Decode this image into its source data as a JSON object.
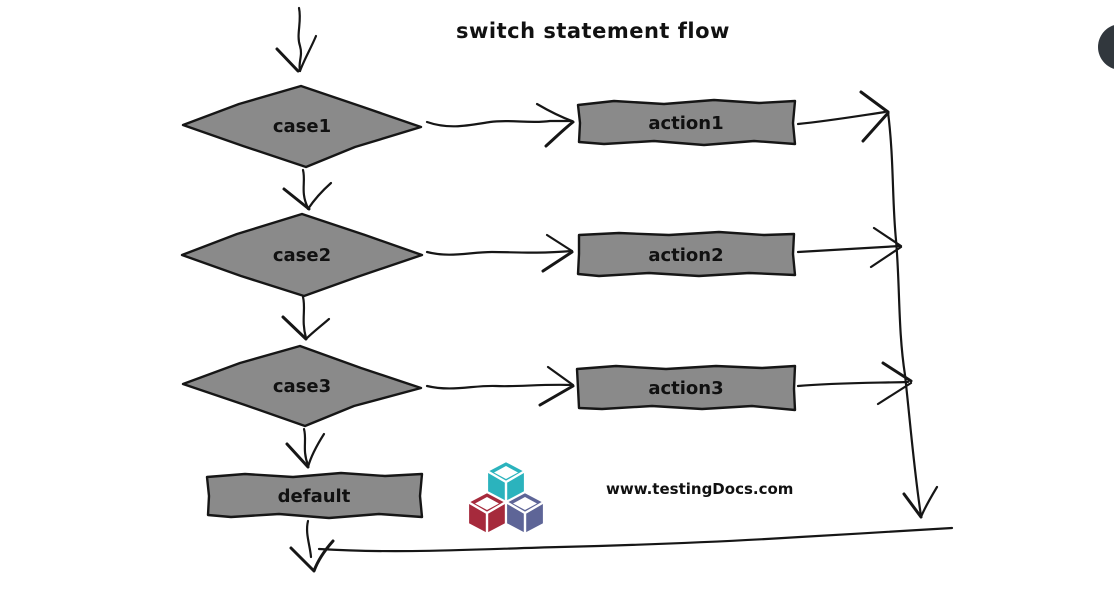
{
  "title": "switch statement flow",
  "watermark": "www.testingDocs.com",
  "colors": {
    "background": "#ffffff",
    "shape_fill": "#8a8a8a",
    "line": "#161616",
    "text": "#111111",
    "logo_teal": "#2bb3bd",
    "logo_red": "#a62a3c",
    "logo_blue": "#5e6597",
    "corner_circle": "#31373d"
  },
  "diagram": {
    "type": "flowchart",
    "decisions": [
      {
        "label": "case1"
      },
      {
        "label": "case2"
      },
      {
        "label": "case3"
      }
    ],
    "actions": [
      {
        "label": "action1"
      },
      {
        "label": "action2"
      },
      {
        "label": "action3"
      }
    ],
    "default_node": {
      "label": "default"
    },
    "edges": [
      {
        "from": "start",
        "to": "case1"
      },
      {
        "from": "case1",
        "to": "action1"
      },
      {
        "from": "case1",
        "to": "case2"
      },
      {
        "from": "case2",
        "to": "action2"
      },
      {
        "from": "case2",
        "to": "case3"
      },
      {
        "from": "case3",
        "to": "action3"
      },
      {
        "from": "case3",
        "to": "default"
      },
      {
        "from": "action1",
        "to": "exit"
      },
      {
        "from": "action2",
        "to": "exit"
      },
      {
        "from": "action3",
        "to": "exit"
      },
      {
        "from": "default",
        "to": "exit"
      }
    ]
  },
  "logo": {
    "name": "testingdocs-cubes-logo",
    "cubes": [
      "teal",
      "red",
      "blue"
    ]
  }
}
